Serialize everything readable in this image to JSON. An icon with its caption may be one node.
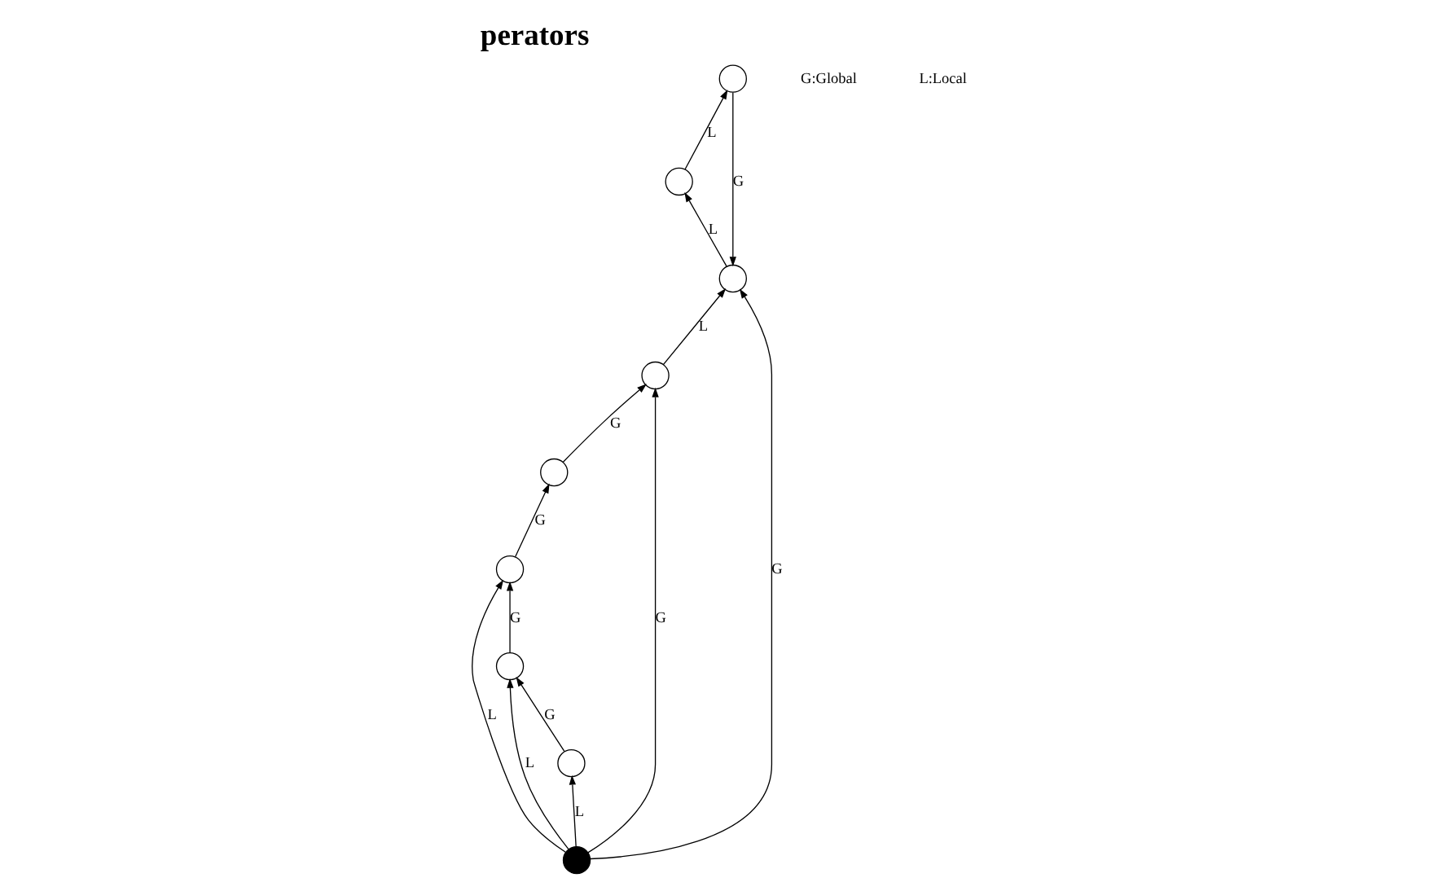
{
  "diagram": {
    "title": "perators",
    "nodes": [
      {
        "text": [],
        "shape": "circle"
      },
      {
        "text": [],
        "shape": "circle"
      },
      {
        "text": [],
        "shape": "circle"
      },
      {
        "text": [],
        "shape": "circle"
      },
      {
        "text": [],
        "shape": "circle"
      },
      {
        "text": [],
        "shape": "circle"
      },
      {
        "text": [],
        "shape": "circle"
      },
      {
        "text": [],
        "shape": "circle"
      },
      {
        "text": [],
        "shape": "circle"
      }
    ],
    "edges": [
      {
        "from": 0,
        "to": 5,
        "arrow": "to",
        "label": "G"
      },
      {
        "from": 4,
        "to": 5,
        "arrow": "to",
        "label": "G"
      },
      {
        "from": 4,
        "to": 6,
        "arrow": "to",
        "label": "G"
      },
      {
        "from": 4,
        "to": 1,
        "arrow": "to",
        "label": "L"
      },
      {
        "from": 4,
        "to": 2,
        "arrow": "to",
        "label": "L"
      },
      {
        "from": 4,
        "to": 3,
        "arrow": "to",
        "label": "L"
      },
      {
        "from": 3,
        "to": 2,
        "arrow": "to",
        "label": "G"
      },
      {
        "from": 2,
        "to": 1,
        "arrow": "to",
        "label": "G"
      },
      {
        "from": 1,
        "to": 0,
        "arrow": "to",
        "label": "G"
      },
      {
        "from": 5,
        "to": 6,
        "arrow": "to",
        "label": "L"
      },
      {
        "from": 6,
        "to": 7,
        "arrow": "to",
        "label": "L"
      },
      {
        "from": 7,
        "to": 8,
        "arrow": "to",
        "label": "L"
      },
      {
        "from": 8,
        "to": 6,
        "arrow": "to",
        "label": "G"
      }
    ],
    "labels": [
      "G:Global",
      "L:Local"
    ]
  }
}
